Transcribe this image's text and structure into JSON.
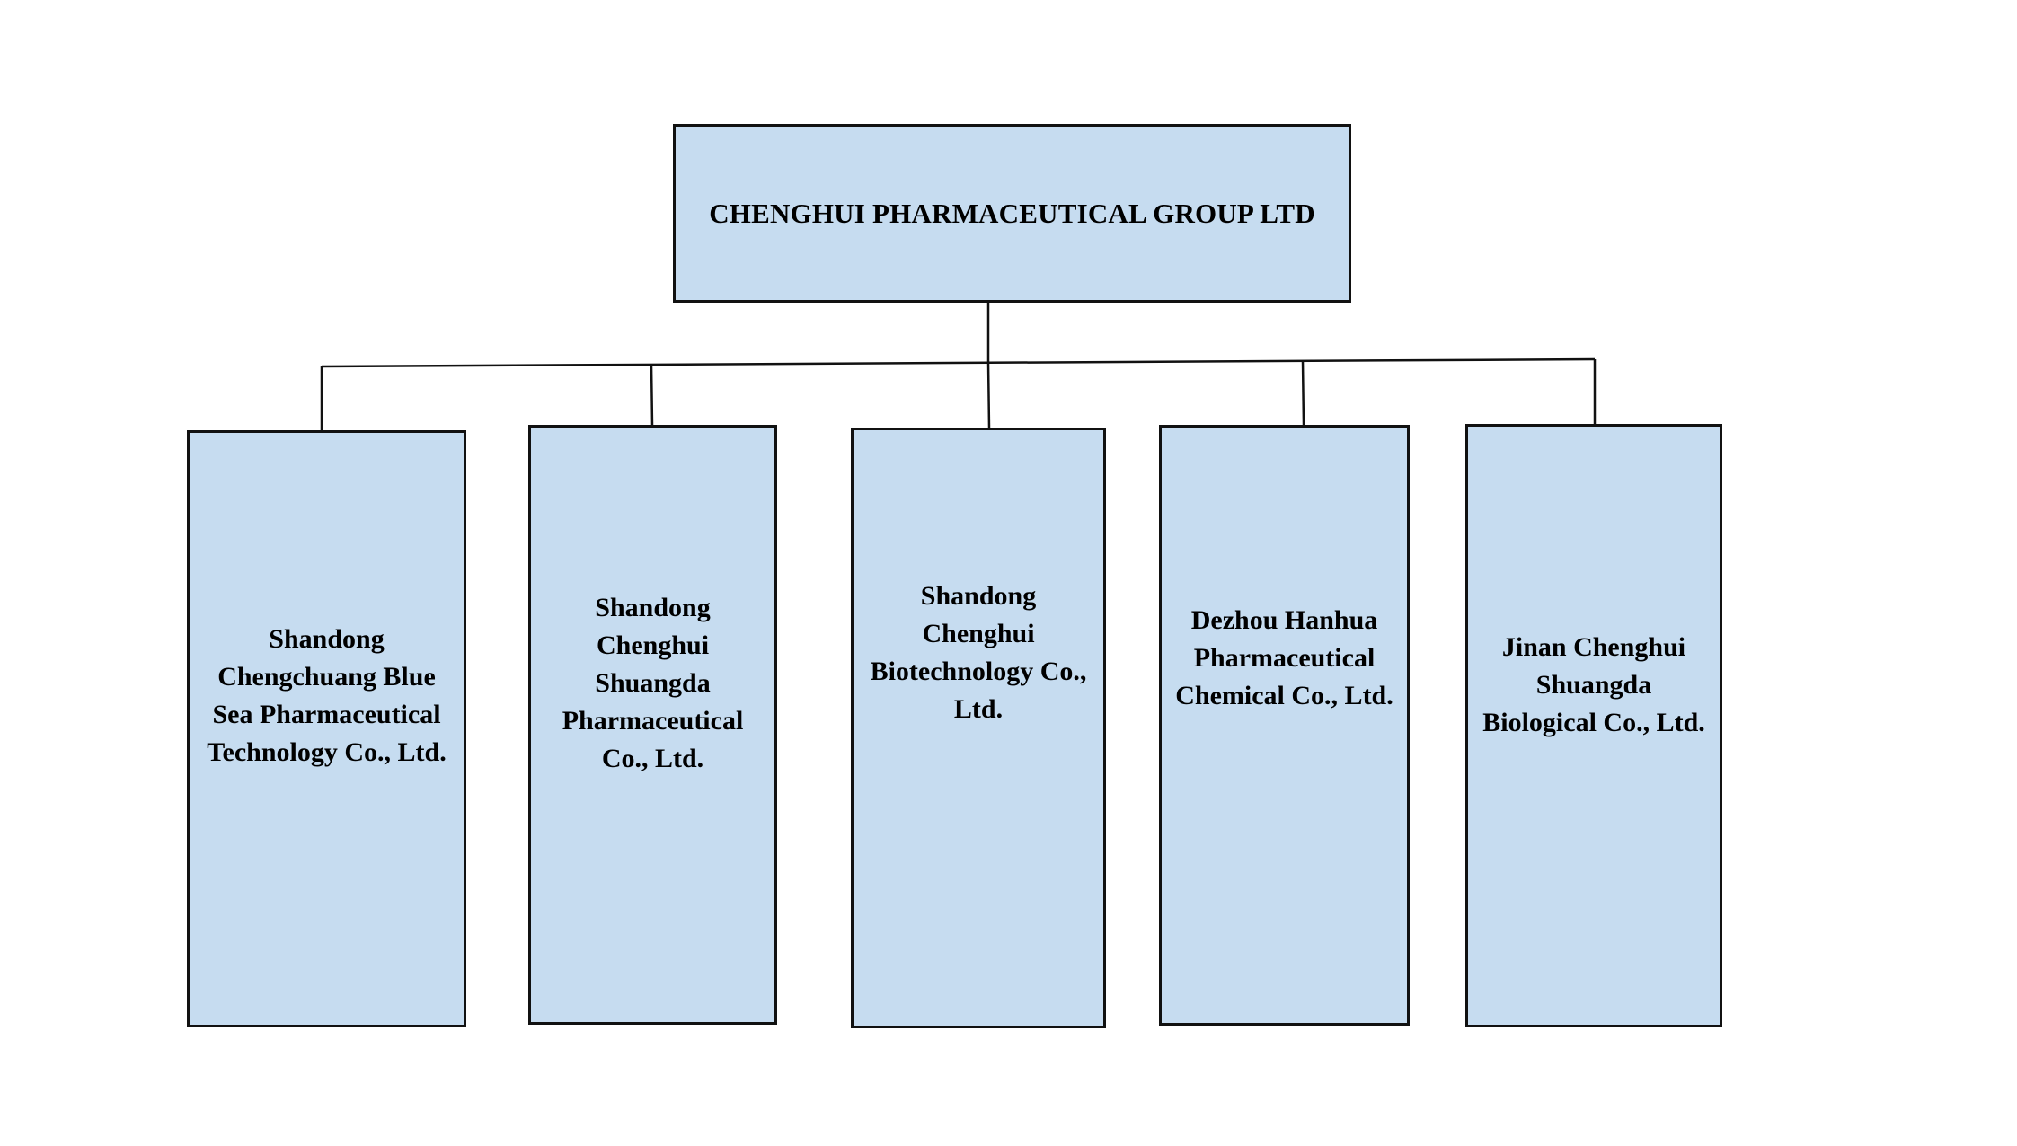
{
  "org_chart": {
    "root": {
      "name": "CHENGHUI PHARMACEUTICAL GROUP LTD"
    },
    "subsidiaries": [
      {
        "name": "Shandong Chengchuang Blue Sea Pharmaceutical Technology Co., Ltd."
      },
      {
        "name": "Shandong Chenghui Shuangda Pharmaceutical Co., Ltd."
      },
      {
        "name": "Shandong Chenghui Biotechnology Co., Ltd."
      },
      {
        "name": "Dezhou Hanhua Pharmaceutical Chemical Co., Ltd."
      },
      {
        "name": "Jinan Chenghui Shuangda Biological Co., Ltd."
      }
    ]
  },
  "colors": {
    "box_fill": "#c6dcf0",
    "box_border": "#111111",
    "connector": "#111111"
  }
}
